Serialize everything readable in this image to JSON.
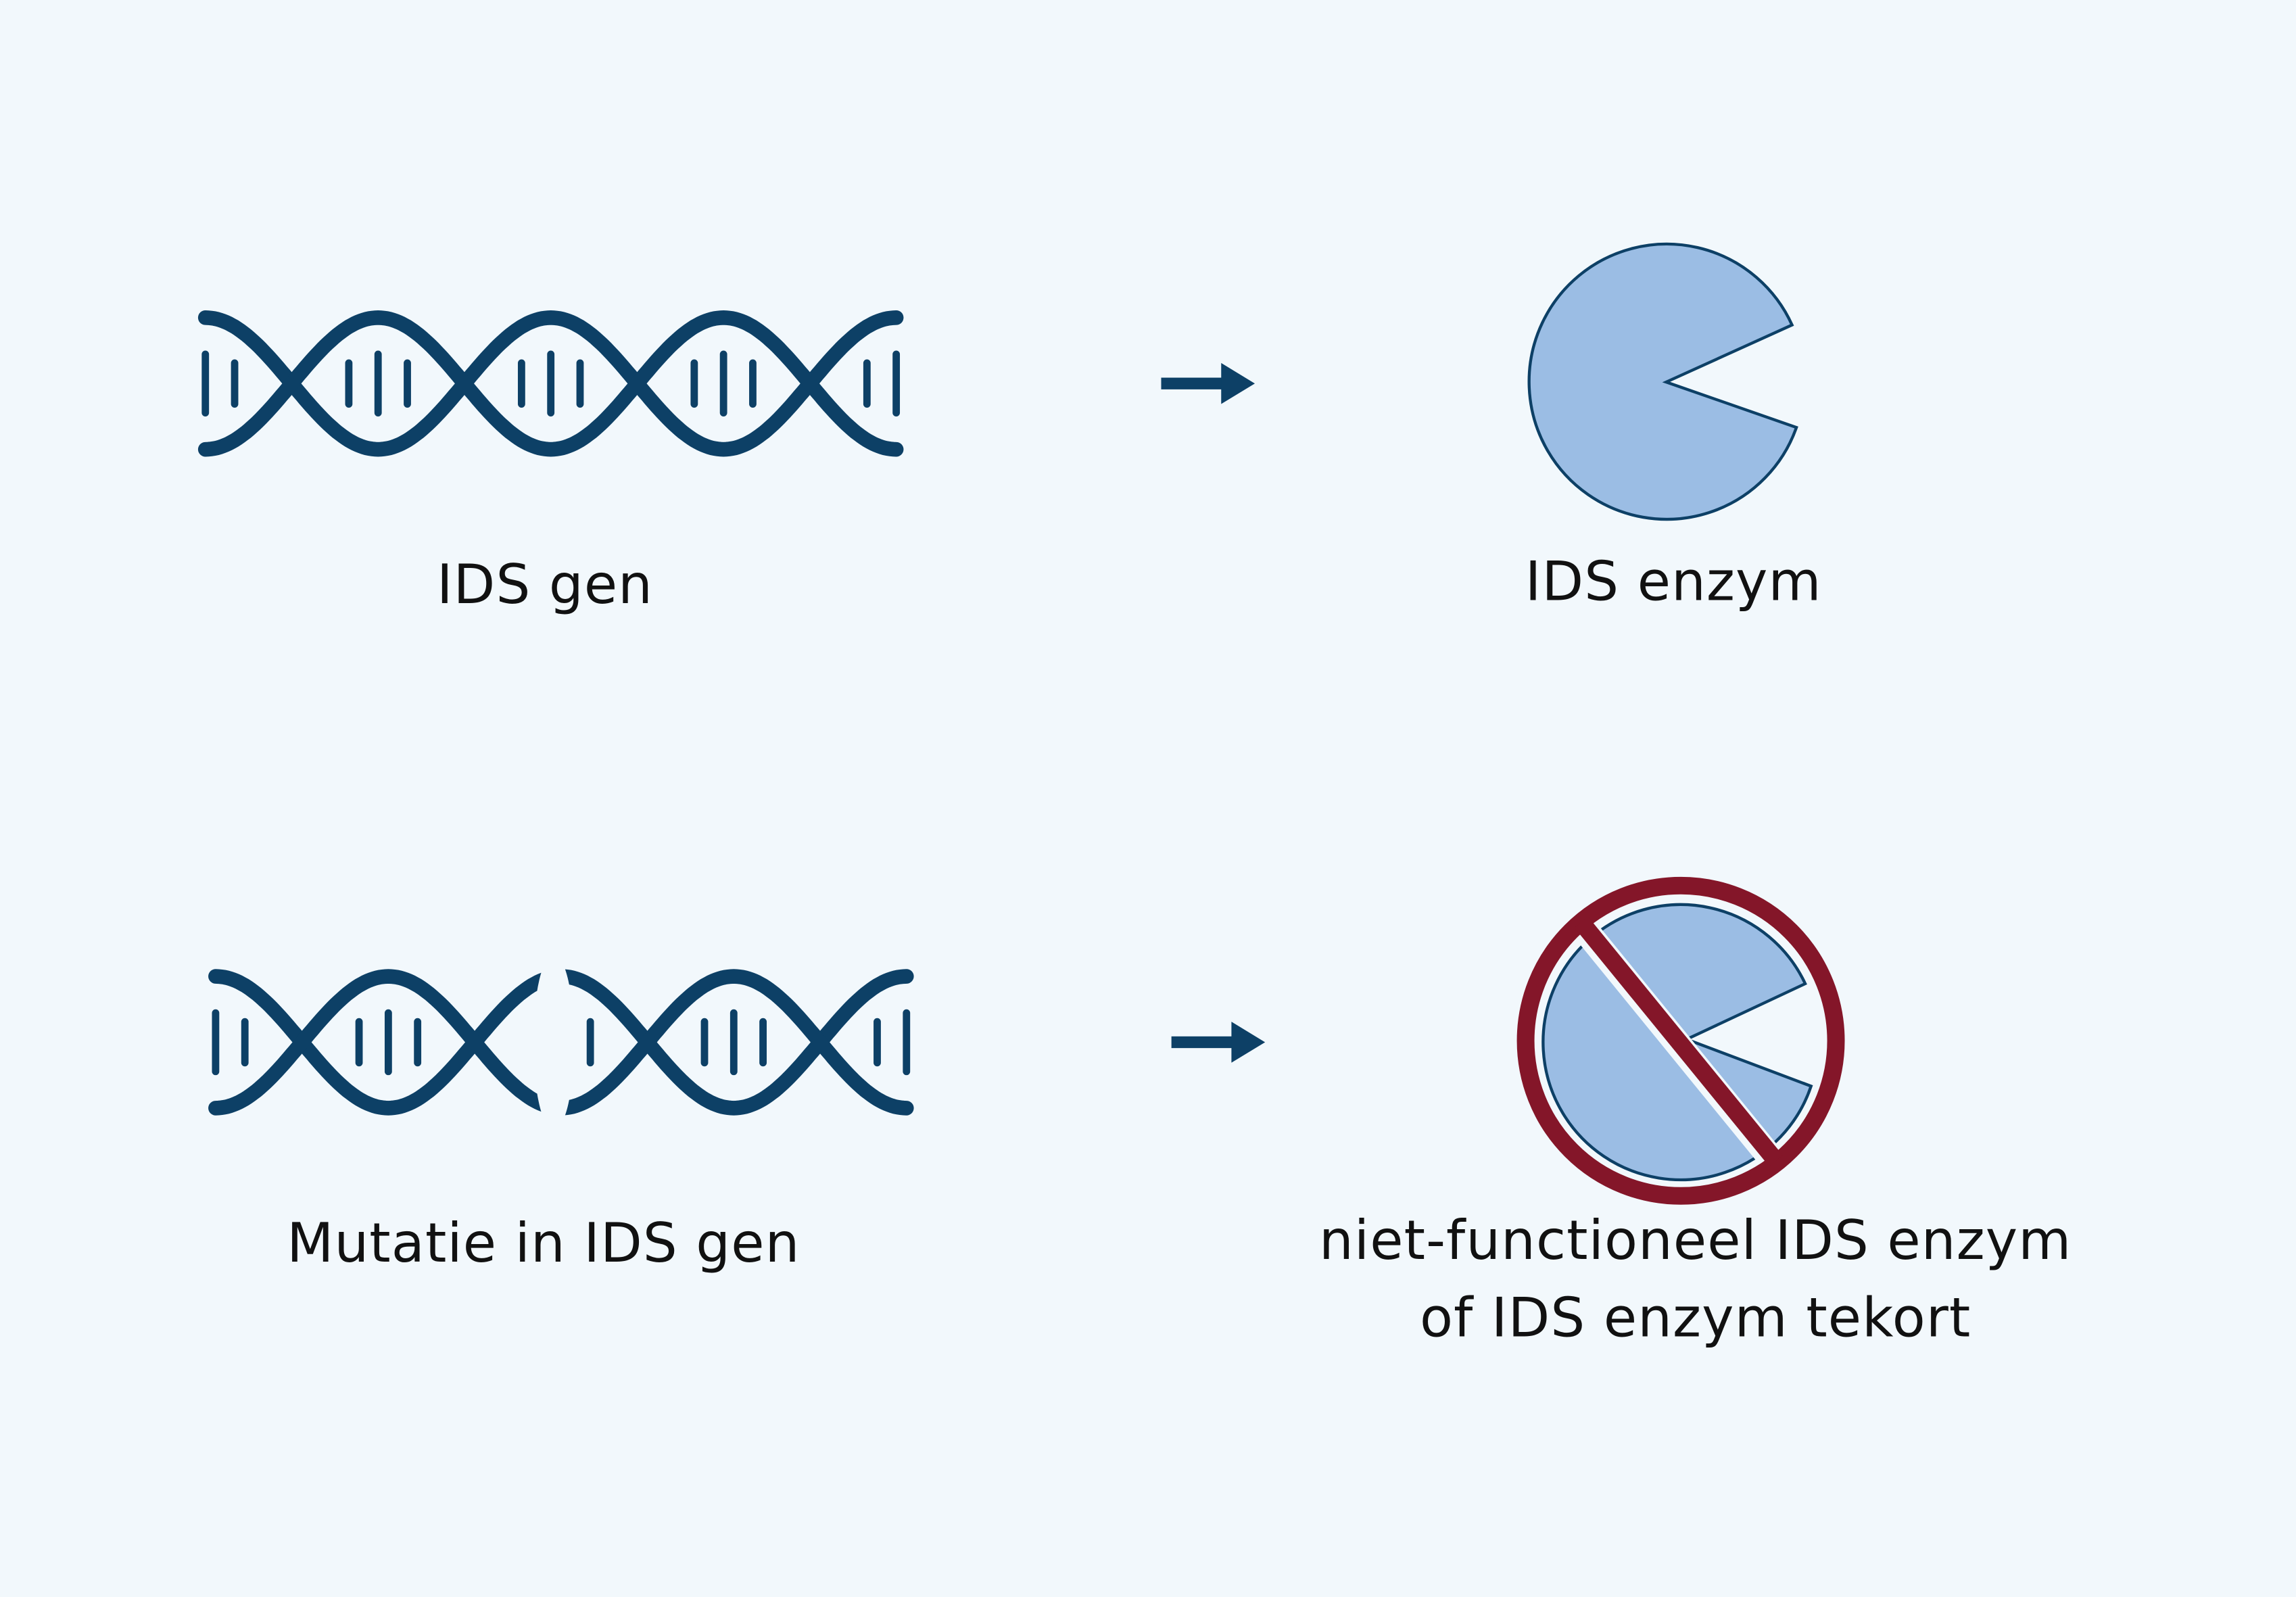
{
  "labels": {
    "gene": "IDS gen",
    "enzyme": "IDS enzym",
    "mutation": "Mutatie in IDS gen",
    "nonfunctional_line1": "niet-functioneel IDS enzym",
    "nonfunctional_line2": "of IDS enzym tekort"
  },
  "colors": {
    "background": "#f2f8fc",
    "dna": "#0d4066",
    "enzyme_fill": "#9bbde4",
    "enzyme_stroke": "#0d4066",
    "prohibition": "#841629",
    "text": "#111111"
  },
  "icons": [
    "dna-helix-icon",
    "arrow-right-icon",
    "enzyme-icon",
    "broken-dna-icon",
    "prohibited-icon"
  ]
}
